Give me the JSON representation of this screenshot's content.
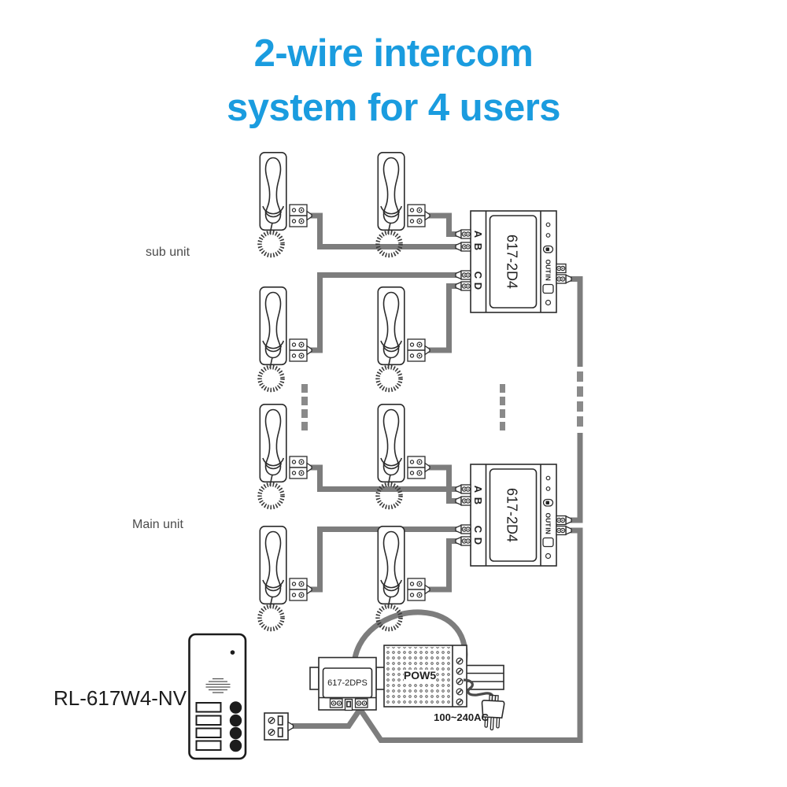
{
  "title": {
    "line1": "2-wire intercom",
    "line2": "system for 4 users"
  },
  "section_labels": {
    "sub_unit": "sub unit",
    "main_unit": "Main unit"
  },
  "door_station": {
    "model": "RL-617W4-NV"
  },
  "power": {
    "input_rating": "100~240AC",
    "supply_label": "POW5",
    "splitter_label": "617-2DPS"
  },
  "distributors": {
    "sub": {
      "label": "617-2D4",
      "ports": [
        "A",
        "B",
        "C",
        "D"
      ],
      "out_label": "OUT",
      "in_label": "IN"
    },
    "main": {
      "label": "617-2D4",
      "ports": [
        "A",
        "B",
        "C",
        "D"
      ],
      "out_label": "OUT",
      "in_label": "IN"
    }
  },
  "colors": {
    "title": "#1a9cdf",
    "wire": "#7d7d7d",
    "outline": "#2b2b2b",
    "panel_black": "#1c1c1c"
  }
}
